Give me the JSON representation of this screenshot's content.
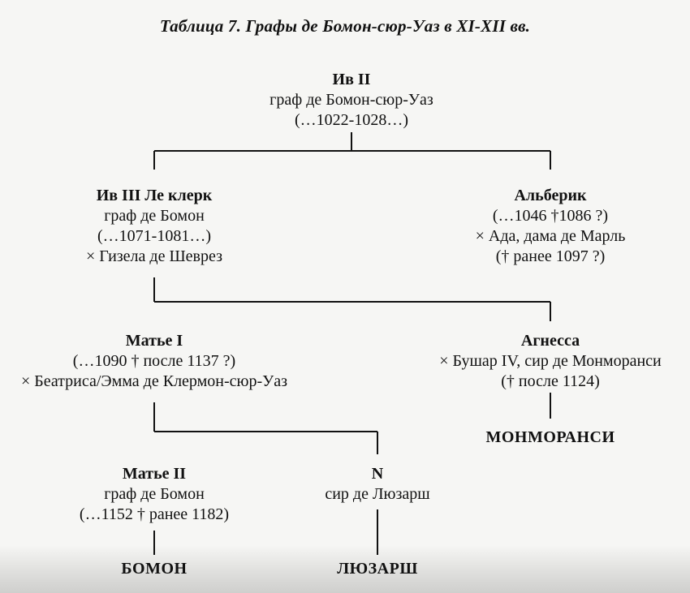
{
  "title": "Таблица 7. Графы де Бомон-сюр-Уаз в XI-XII вв.",
  "persons": {
    "iv2": {
      "name": "Ив II",
      "lines": [
        "граф де Бомон-сюр-Уаз",
        "(…1022-1028…)"
      ]
    },
    "iv3": {
      "name": "Ив III Ле клерк",
      "lines": [
        "граф де Бомон",
        "(…1071-1081…)",
        "× Гизела де Шеврез"
      ]
    },
    "alberik": {
      "name": "Альберик",
      "lines": [
        "(…1046 †1086 ?)",
        "× Ада, дама де Марль",
        "(† ранее 1097 ?)"
      ]
    },
    "matie1": {
      "name": "Матье I",
      "lines": [
        "(…1090 † после 1137 ?)",
        "× Беатриса/Эмма де Клермон-сюр-Уаз"
      ]
    },
    "agnessa": {
      "name": "Агнесса",
      "lines": [
        "× Бушар IV, сир де Монморанси",
        "(† после 1124)"
      ]
    },
    "matie2": {
      "name": "Матье II",
      "lines": [
        "граф де Бомон",
        "(…1152 † ранее 1182)"
      ]
    },
    "n": {
      "name": "N",
      "lines": [
        "сир де Люзарш"
      ]
    }
  },
  "houses": {
    "montmorency": "МОНМОРАНСИ",
    "beaumont": "БОМОН",
    "luzarches": "ЛЮЗАРШ"
  }
}
